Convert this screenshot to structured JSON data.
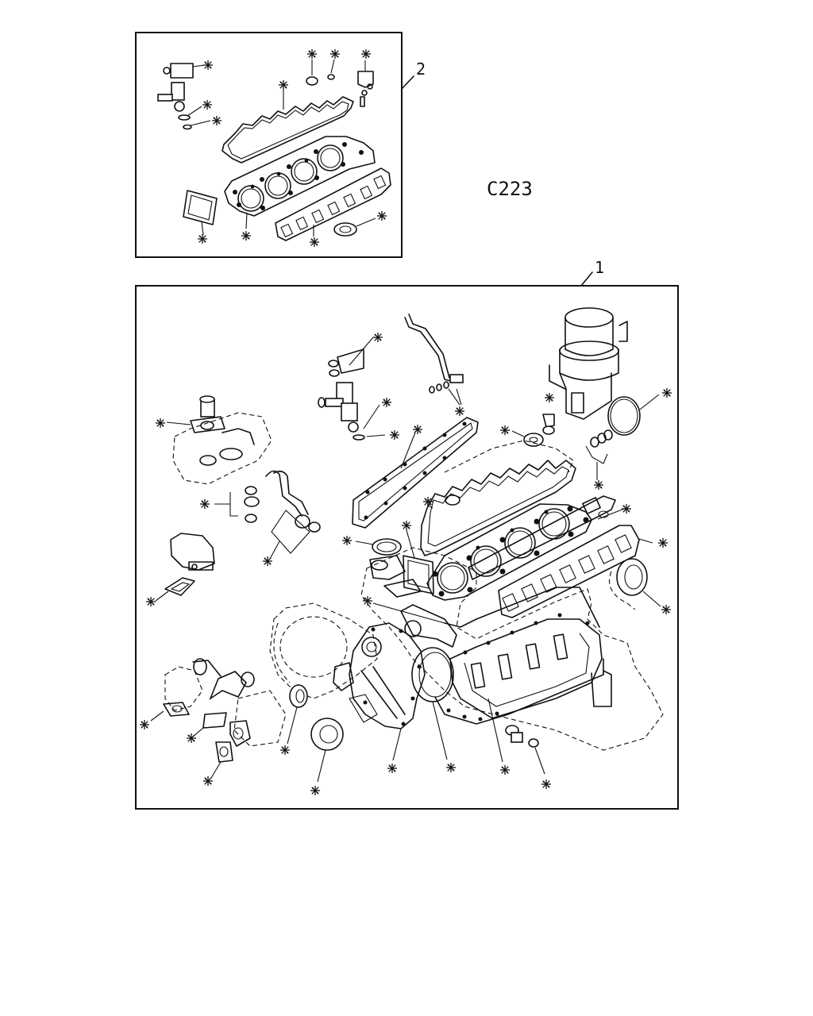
{
  "drawing_code": "C223",
  "callouts": {
    "kit_1": "1",
    "kit_2": "2"
  },
  "marker_glyph": "※",
  "colors": {
    "ink": "#111111",
    "background": "#ffffff"
  }
}
